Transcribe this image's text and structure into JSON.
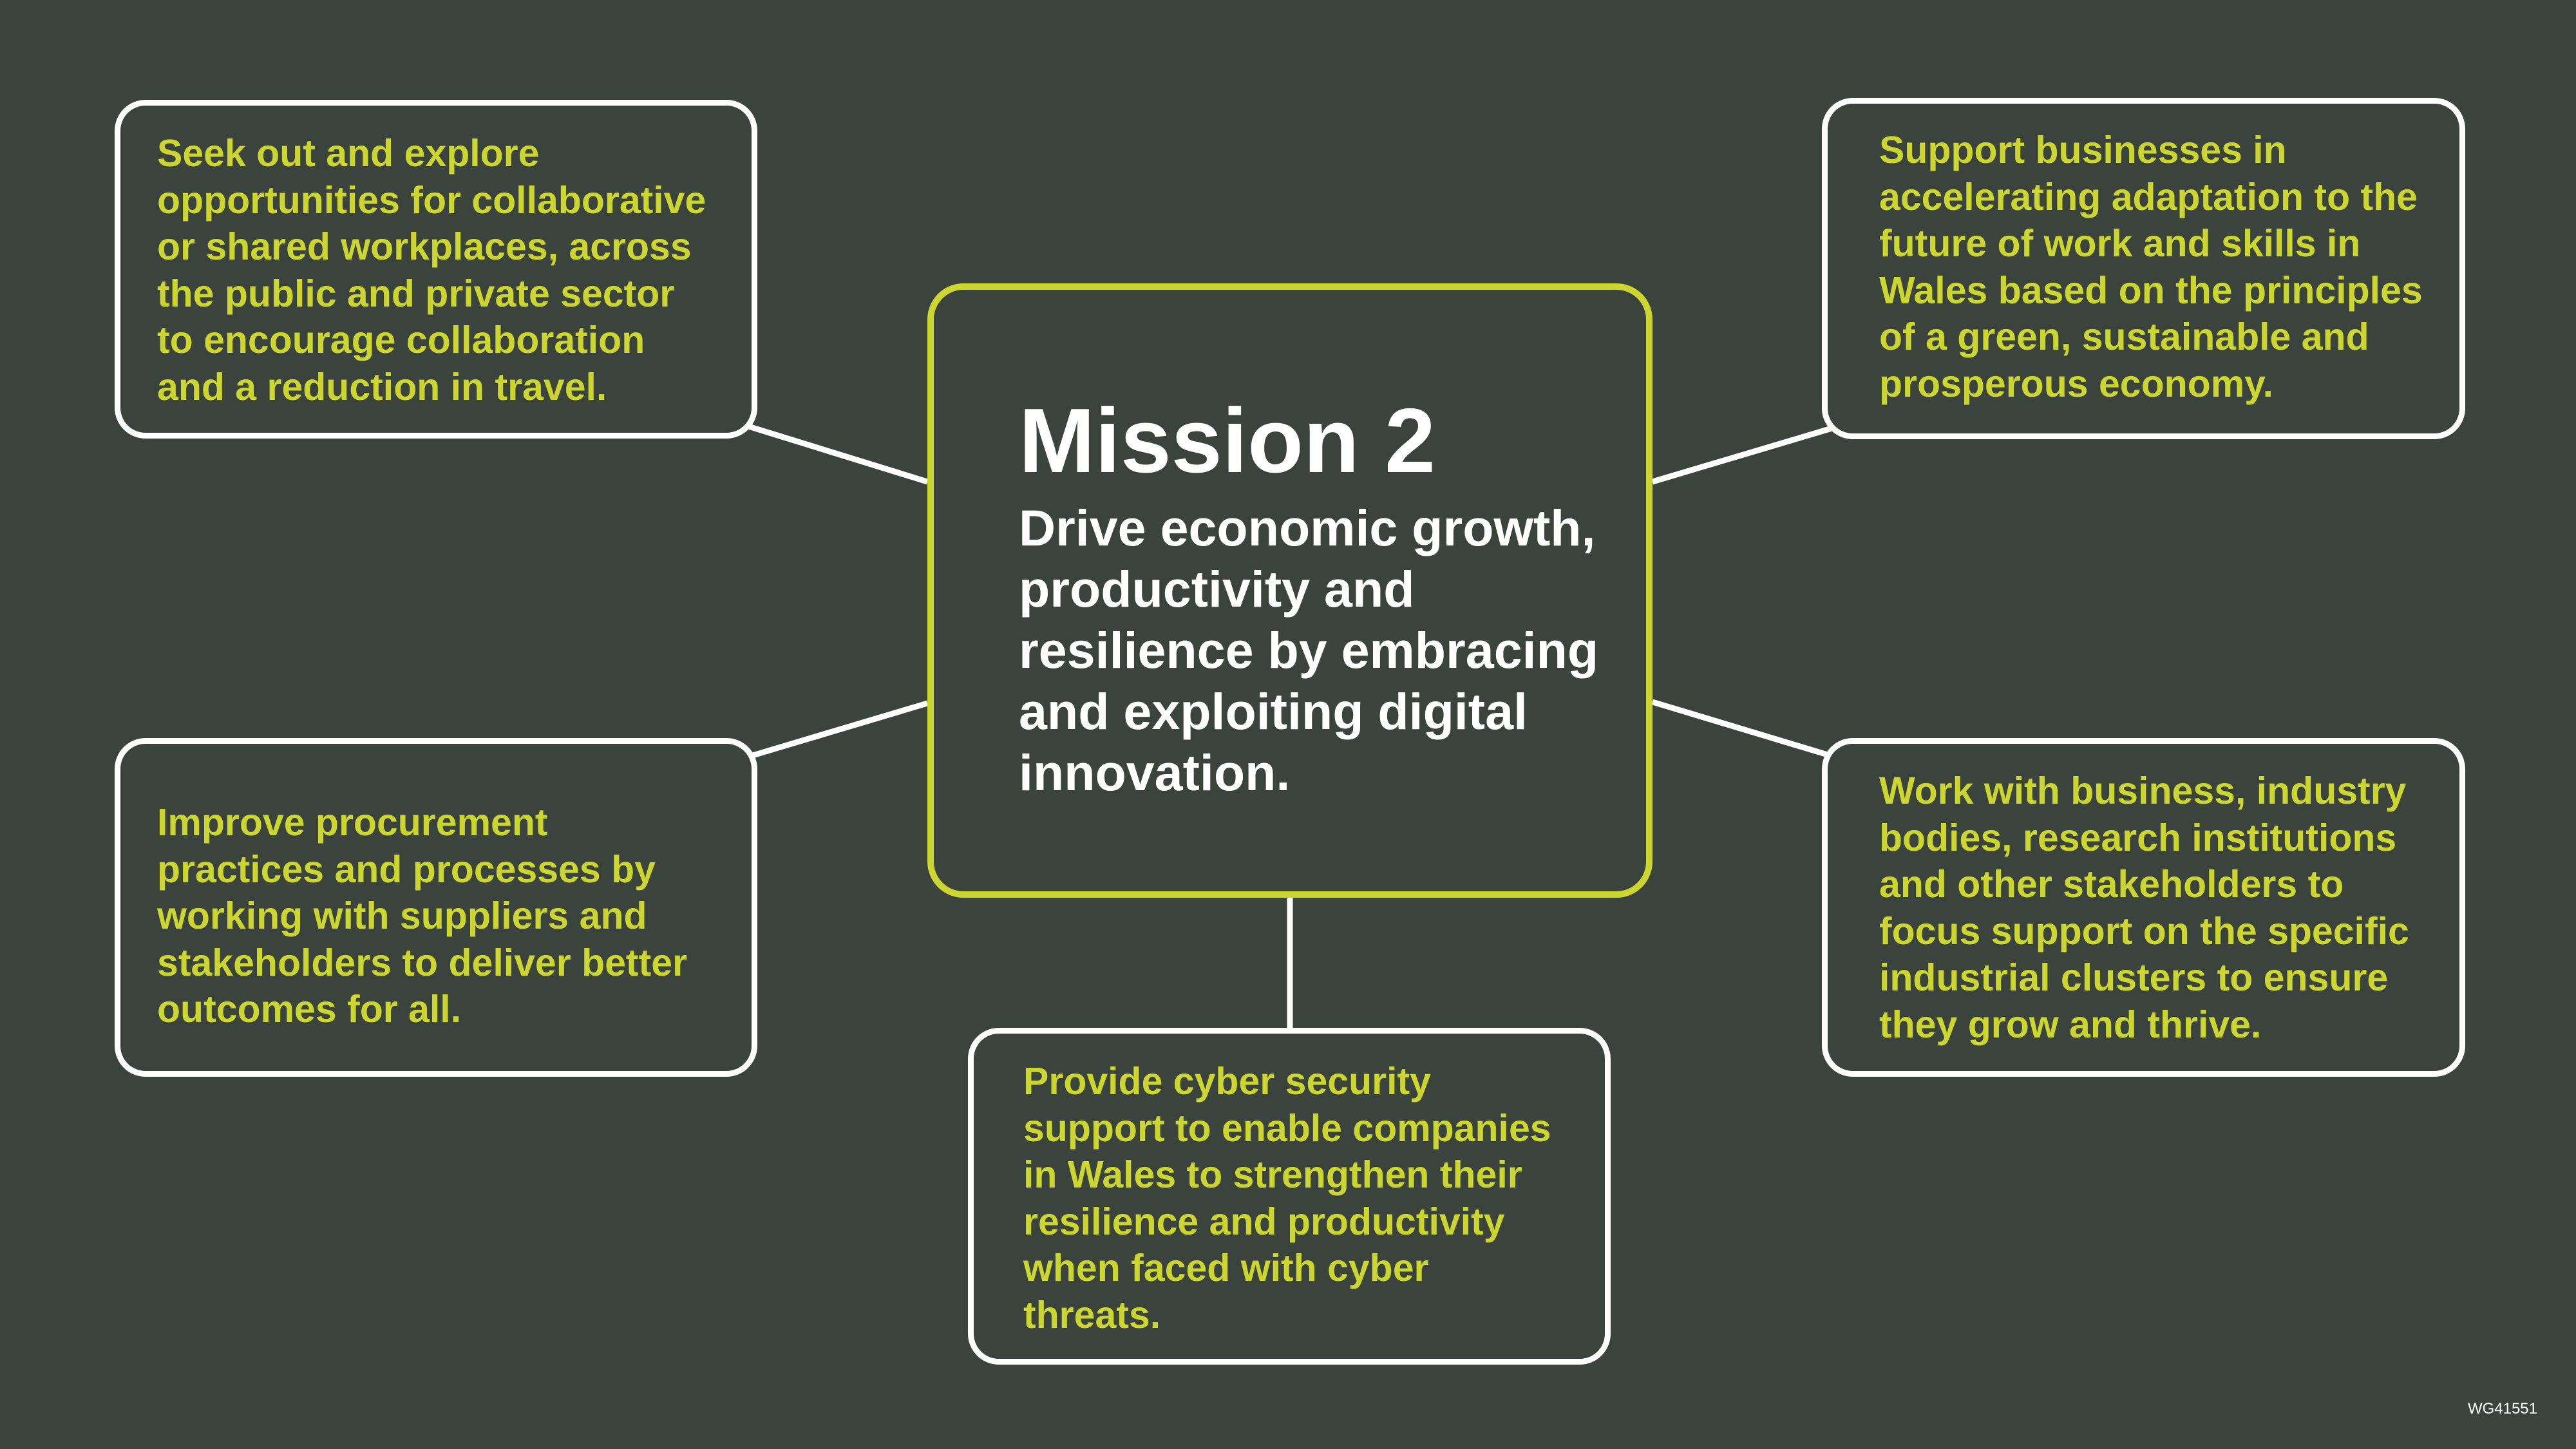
{
  "center": {
    "title": "Mission 2",
    "lines": [
      "Drive economic growth,",
      "productivity and",
      "resilience by embracing",
      "and exploiting digital",
      "innovation."
    ]
  },
  "top_left": {
    "lines": [
      "Seek out and explore",
      "opportunities for collaborative",
      "or shared workplaces, across",
      "the public and private sector",
      "to encourage collaboration",
      "and a reduction in travel."
    ]
  },
  "bottom_left": {
    "lines": [
      "Improve procurement",
      "practices and processes by",
      "working with suppliers and",
      "stakeholders to deliver better",
      "outcomes for all."
    ]
  },
  "bottom_center": {
    "lines": [
      "Provide cyber security",
      "support to enable companies",
      "in Wales to strengthen their",
      "resilience and productivity",
      "when faced with cyber",
      "threats."
    ]
  },
  "top_right": {
    "lines": [
      "Support businesses in",
      "accelerating adaptation to the",
      "future of work and skills in",
      "Wales based on the principles",
      "of a green, sustainable and",
      "prosperous economy."
    ]
  },
  "bottom_right": {
    "lines": [
      "Work with business, industry",
      "bodies, research institutions",
      "and other stakeholders to",
      "focus support on the specific",
      "industrial clusters to ensure",
      "they grow and thrive."
    ]
  },
  "reference": "WG41551",
  "colors": {
    "background": "#3b433d",
    "accent": "#ccd62e",
    "box_border": "#ffffff"
  }
}
